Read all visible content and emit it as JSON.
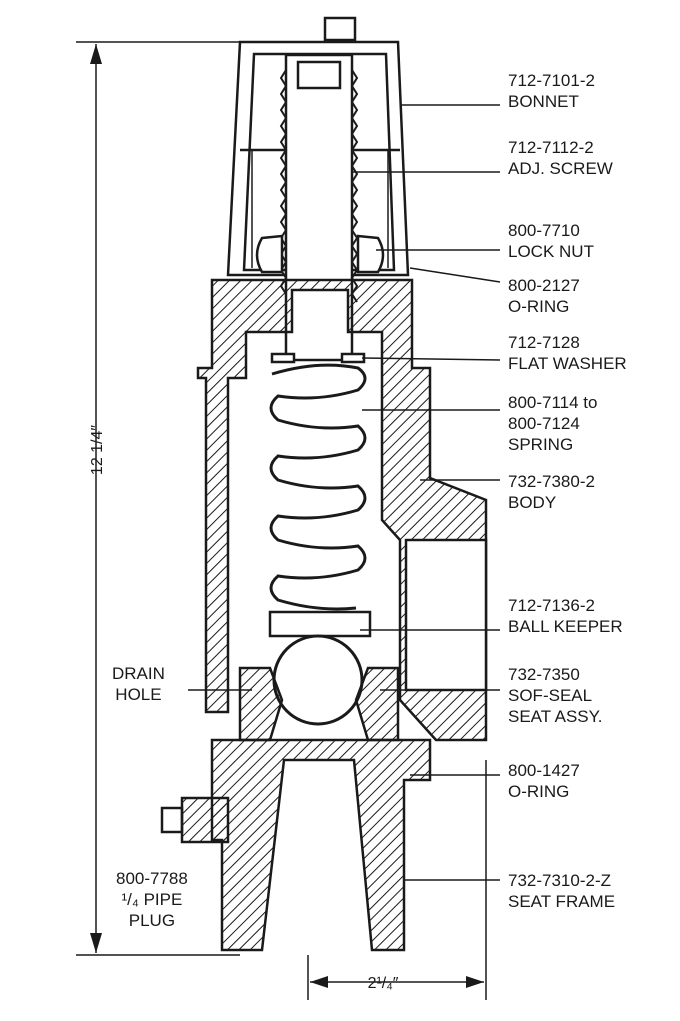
{
  "colors": {
    "ink": "#1a1a1a",
    "paper": "#ffffff"
  },
  "dimensions": {
    "height": "12 1/4″",
    "width": "2¹/₄″"
  },
  "parts": [
    {
      "number": "712-7101-2",
      "name": "BONNET"
    },
    {
      "number": "712-7112-2",
      "name": "ADJ. SCREW"
    },
    {
      "number": "800-7710",
      "name": "LOCK NUT"
    },
    {
      "number": "800-2127",
      "name": "O-RING"
    },
    {
      "number": "712-7128",
      "name": "FLAT WASHER"
    },
    {
      "number": "800-7114 to",
      "name": "800-7124",
      "name2": "SPRING"
    },
    {
      "number": "732-7380-2",
      "name": "BODY"
    },
    {
      "number": "712-7136-2",
      "name": "BALL KEEPER"
    },
    {
      "number": "732-7350",
      "name": "SOF-SEAL",
      "name2": "SEAT ASSY."
    },
    {
      "number": "800-1427",
      "name": "O-RING"
    },
    {
      "number": "732-7310-2-Z",
      "name": "SEAT FRAME"
    }
  ],
  "left_labels": {
    "drain_hole": {
      "line1": "DRAIN",
      "line2": "HOLE"
    },
    "pipe_plug": {
      "line1": "800-7788",
      "line2": "¹/₄ PIPE",
      "line3": "PLUG"
    }
  }
}
